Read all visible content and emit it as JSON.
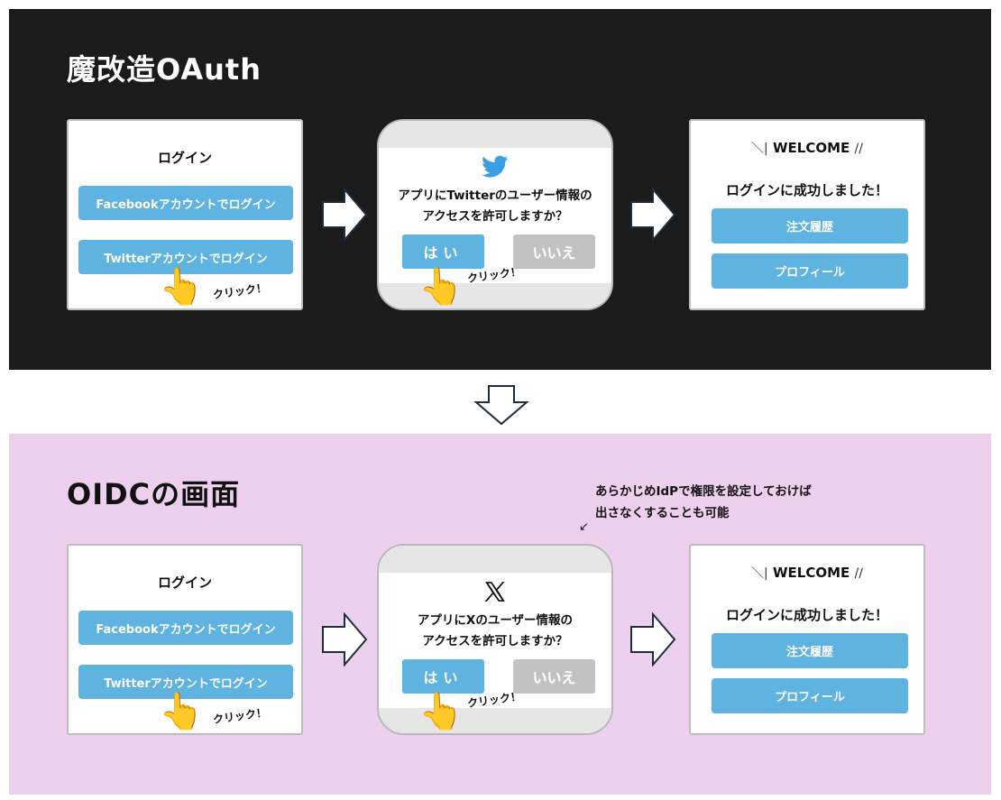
{
  "top": {
    "title": "魔改造OAuth",
    "login": {
      "title": "ログイン",
      "facebook": "Facebookアカウントでログイン",
      "twitter": "Twitterアカウントでログイン",
      "click": "クリック！"
    },
    "consent": {
      "logo": "twitter-bird-icon",
      "line1": "アプリにTwitterのユーザー情報の",
      "line2": "アクセスを許可しますか？",
      "yes": "はい",
      "no": "いいえ",
      "click": "クリック！"
    },
    "welcome": {
      "header": "WELCOME",
      "message": "ログインに成功しました！",
      "btn1": "注文履歴",
      "btn2": "プロフィール"
    }
  },
  "bottom": {
    "title": "OIDCの画面",
    "note_line1": "あらかじめIdPで権限を設定しておけば",
    "note_line2": "出さなくすることも可能",
    "login": {
      "title": "ログイン",
      "facebook": "Facebookアカウントでログイン",
      "twitter": "Twitterアカウントでログイン",
      "click": "クリック！"
    },
    "consent": {
      "logo": "x-logo-icon",
      "line1": "アプリにXのユーザー情報の",
      "line2": "アクセスを許可しますか？",
      "yes": "はい",
      "no": "いいえ",
      "click": "クリック！"
    },
    "welcome": {
      "header": "WELCOME",
      "message": "ログインに成功しました！",
      "btn1": "注文履歴",
      "btn2": "プロフィール"
    }
  },
  "colors": {
    "top_bg": "#1b1b1b",
    "bottom_bg": "#edd0ee",
    "button_blue": "#5eb3e0",
    "button_gray": "#c2c2c2",
    "twitter_blue": "#3a9ee4"
  }
}
